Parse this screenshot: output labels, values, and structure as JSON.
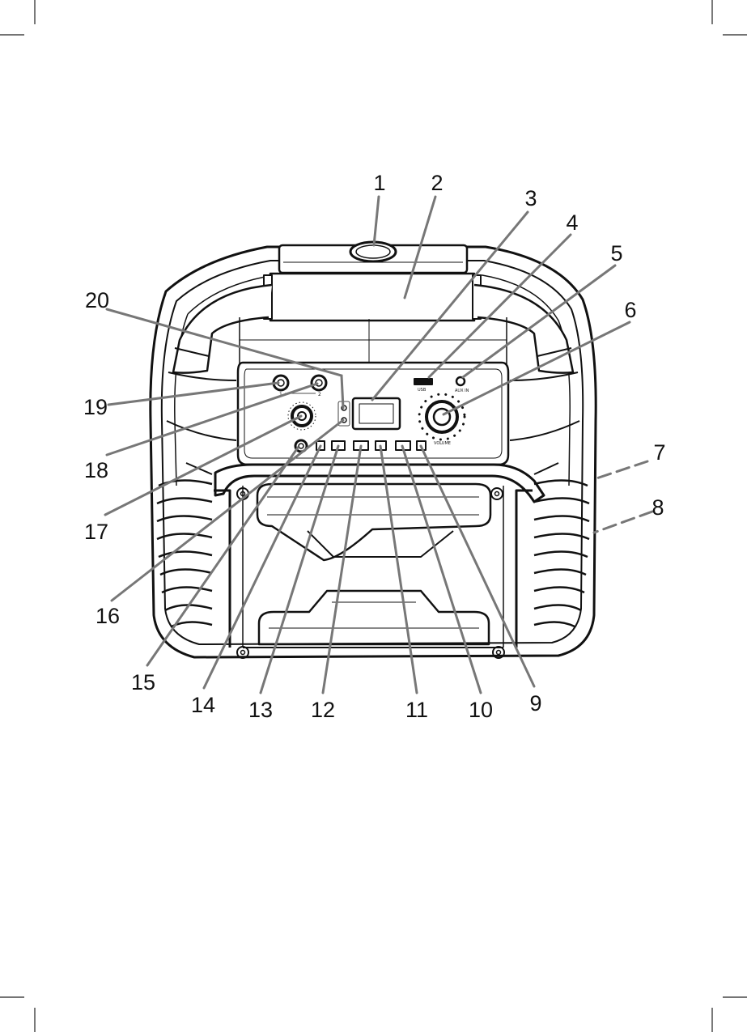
{
  "diagram": {
    "callouts": [
      {
        "num": "1",
        "target": "top-button"
      },
      {
        "num": "2",
        "target": "carry-handle"
      },
      {
        "num": "3",
        "target": "display"
      },
      {
        "num": "4",
        "target": "usb-port"
      },
      {
        "num": "5",
        "target": "aux-in-jack"
      },
      {
        "num": "6",
        "target": "volume-knob"
      },
      {
        "num": "7",
        "target": "side-upper"
      },
      {
        "num": "8",
        "target": "side-lower"
      },
      {
        "num": "9",
        "target": "button-9"
      },
      {
        "num": "10",
        "target": "button-10"
      },
      {
        "num": "11",
        "target": "button-11"
      },
      {
        "num": "12",
        "target": "button-12"
      },
      {
        "num": "13",
        "target": "button-13"
      },
      {
        "num": "14",
        "target": "button-14"
      },
      {
        "num": "15",
        "target": "power-button"
      },
      {
        "num": "16",
        "target": "indicator-lower"
      },
      {
        "num": "17",
        "target": "mic-volume-knob"
      },
      {
        "num": "18",
        "target": "mic-jack-2"
      },
      {
        "num": "19",
        "target": "mic-jack-1"
      },
      {
        "num": "20",
        "target": "indicator-upper"
      }
    ],
    "panel_labels": {
      "usb": "USB",
      "aux_in": "AUX IN",
      "volume": "VOLUME",
      "mic_1": "1",
      "mic_2": "2"
    }
  }
}
